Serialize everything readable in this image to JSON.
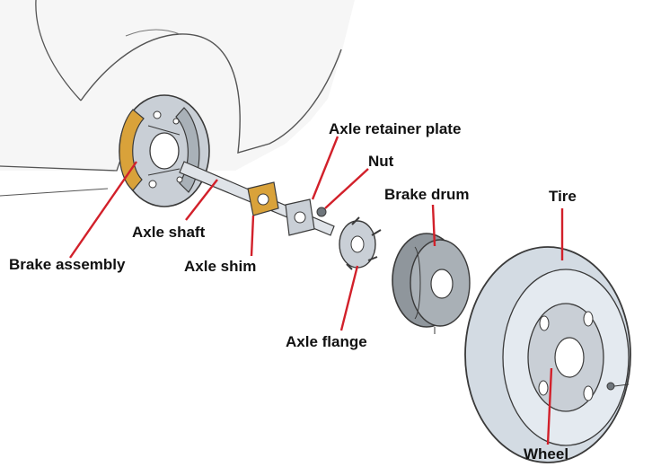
{
  "labels": {
    "axle_retainer_plate": "Axle  retainer plate",
    "nut": "Nut",
    "brake_drum": "Brake drum",
    "tire": "Tire",
    "axle_shaft": "Axle shaft",
    "brake_assembly": "Brake assembly",
    "axle_shim": "Axle shim",
    "axle_flange": "Axle flange",
    "wheel": "Wheel"
  },
  "colors": {
    "leader": "#d2202a",
    "outline": "#3a3a3a",
    "car_body": "#f6f6f6",
    "metal": "#c9cfd6",
    "brake_lining": "#d9a23a",
    "tire_fill": "#d3dbe3",
    "drum_fill": "#8f969c"
  }
}
